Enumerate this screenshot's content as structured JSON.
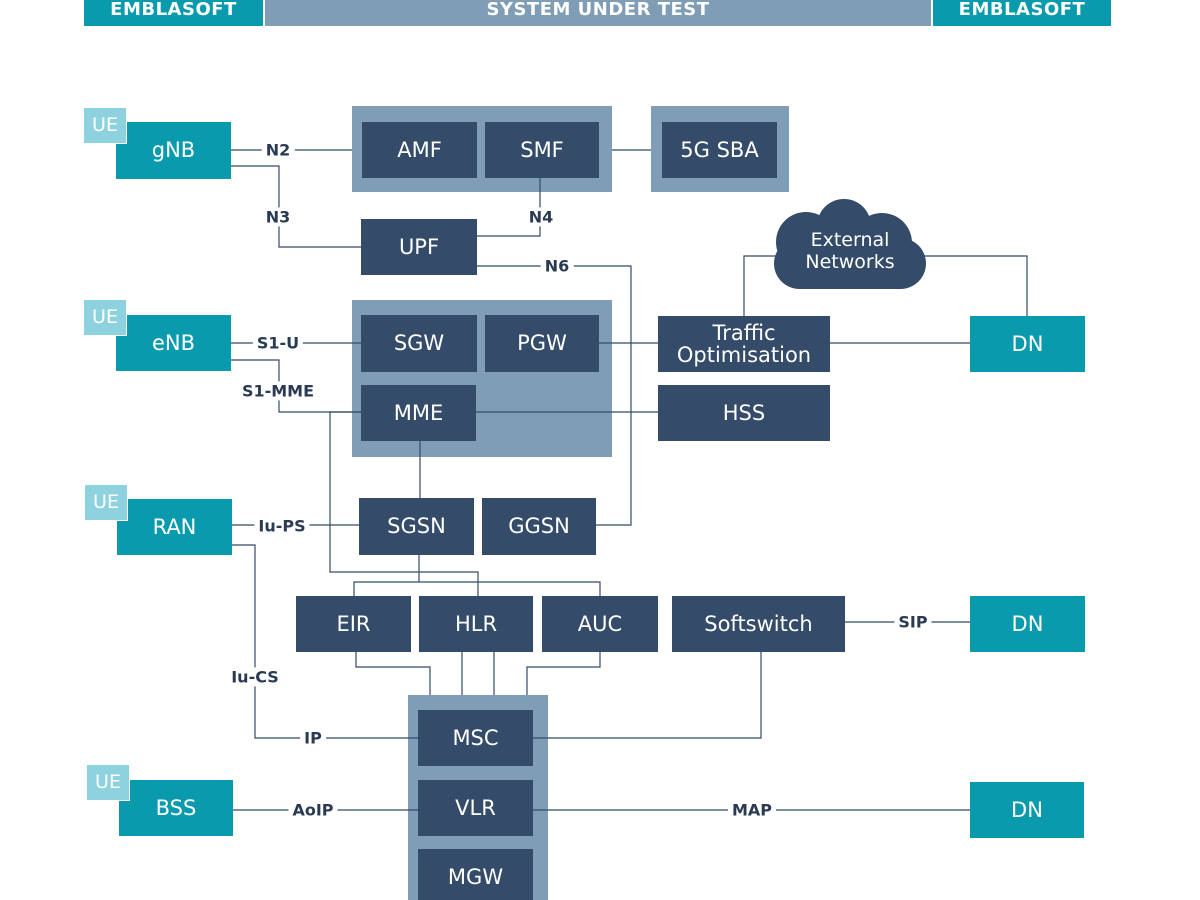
{
  "header": {
    "left": "EMBLASOFT",
    "center": "SYSTEM UNDER TEST",
    "right": "EMBLASOFT"
  },
  "ue_labels": {
    "gnb": "UE",
    "enb": "UE",
    "ran": "UE",
    "bss": "UE"
  },
  "nodes": {
    "gnb": "gNB",
    "amf": "AMF",
    "smf": "SMF",
    "sba": "5G SBA",
    "upf": "UPF",
    "enb": "eNB",
    "sgw": "SGW",
    "pgw": "PGW",
    "mme": "MME",
    "traffic_line1": "Traffic",
    "traffic_line2": "Optimisation",
    "hss": "HSS",
    "dn_top": "DN",
    "cloud_line1": "External",
    "cloud_line2": "Networks",
    "ran": "RAN",
    "sgsn": "SGSN",
    "ggsn": "GGSN",
    "eir": "EIR",
    "hlr": "HLR",
    "auc": "AUC",
    "softswitch": "Softswitch",
    "dn_mid": "DN",
    "msc": "MSC",
    "vlr": "VLR",
    "mgw": "MGW",
    "bss": "BSS",
    "dn_bottom": "DN"
  },
  "interfaces": {
    "n2": "N2",
    "n3": "N3",
    "n4": "N4",
    "n6": "N6",
    "s1u": "S1-U",
    "s1mme": "S1-MME",
    "iups": "Iu-PS",
    "iucs": "Iu-CS",
    "ip": "IP",
    "sip": "SIP",
    "aoip": "AoIP",
    "map": "MAP"
  },
  "colors": {
    "teal": "#0a9aad",
    "node": "#344b6a",
    "group": "#7f9db4",
    "ue": "#8fd2df",
    "line": "#344b6a"
  }
}
